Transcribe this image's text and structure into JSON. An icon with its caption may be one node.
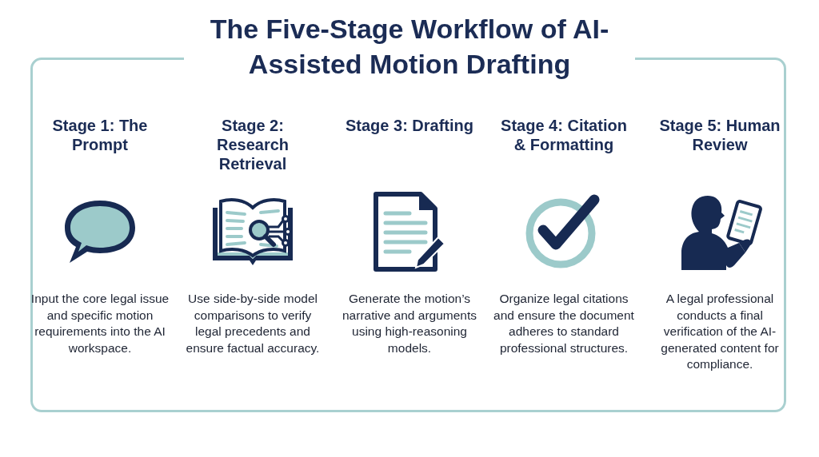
{
  "diagram": {
    "title": "The Five-Stage Workflow of AI-Assisted Motion Drafting",
    "labels": [
      "Stage 1: The Prompt",
      "Input the core legal issue and specific motion requirements into the AI workspace.",
      "Stage 2: Research Retrieval",
      "Use side-by-side model comparisons to verify legal precedents and ensure factual accuracy.",
      "Stage 3: Drafting",
      "Generate the motion’s narrative and arguments using high-reasoning models.",
      "Stage 4: Citation & Formatting",
      "Organize legal citations and ensure the document adheres to standard professional structures.",
      "Stage 5: Human Review",
      "A legal professional conducts a final verification of the AI-generated content for compliance."
    ]
  }
}
